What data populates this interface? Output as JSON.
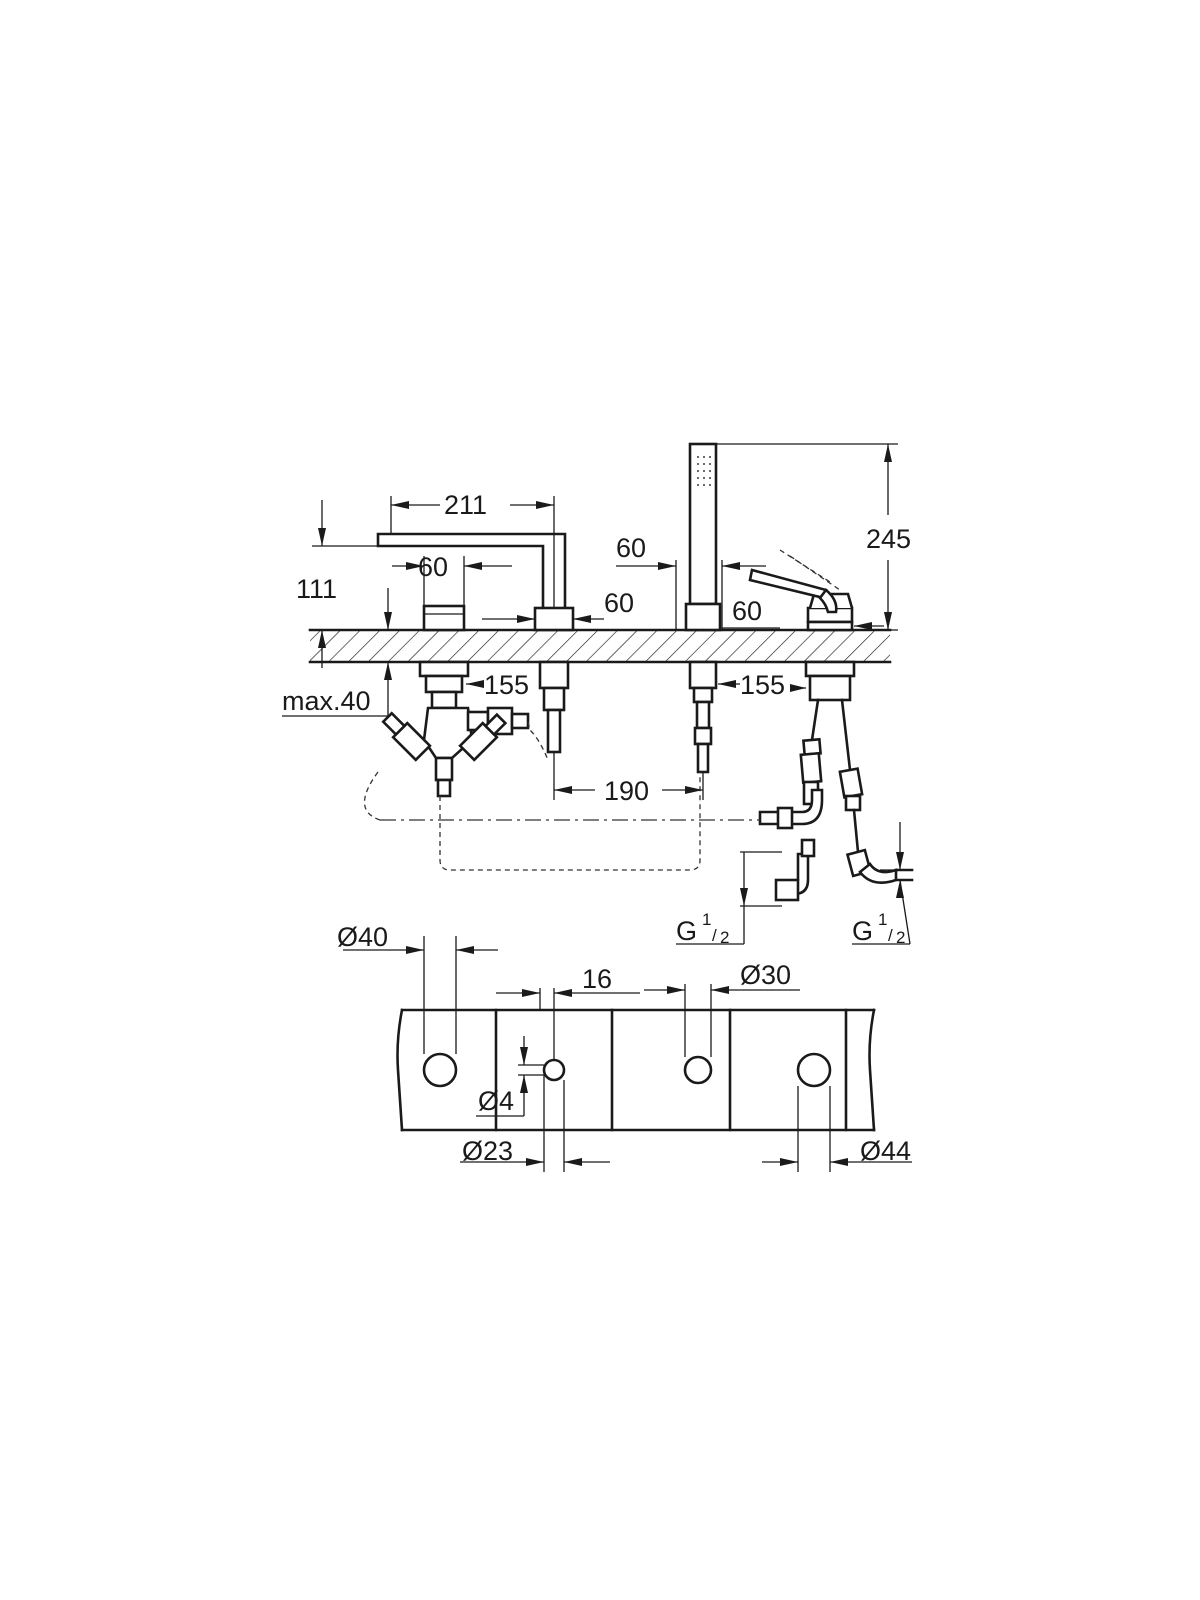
{
  "dimensions": {
    "spout_reach": "211",
    "spout_height": "111",
    "max_deck_thickness": "max.40",
    "width_60_a": "60",
    "width_60_b": "60",
    "width_60_c": "60",
    "width_60_d": "60",
    "below_deck_155_left": "155",
    "below_deck_155_right": "155",
    "center_distance_190": "190",
    "overall_height_245": "245",
    "connection_left": {
      "letter": "G",
      "num": "1",
      "den": "2"
    },
    "connection_right": {
      "letter": "G",
      "num": "1",
      "den": "2"
    }
  },
  "hole_dimensions": {
    "dia_40": "Ø40",
    "dia_30": "Ø30",
    "spacing_16": "16",
    "dia_4": "Ø4",
    "dia_23": "Ø23",
    "dia_44": "Ø44"
  }
}
